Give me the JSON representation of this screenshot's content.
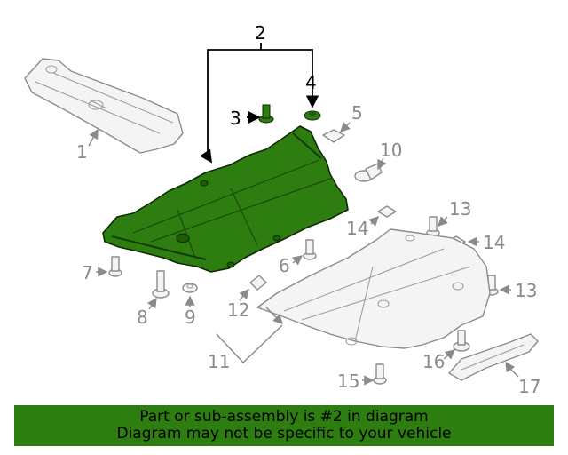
{
  "callouts": {
    "c1": "1",
    "c2": "2",
    "c3": "3",
    "c4": "4",
    "c5": "5",
    "c6": "6",
    "c7": "7",
    "c8": "8",
    "c9": "9",
    "c10": "10",
    "c11": "11",
    "c12": "12",
    "c13a": "13",
    "c13b": "13",
    "c14a": "14",
    "c14b": "14",
    "c15": "15",
    "c16": "16",
    "c17": "17"
  },
  "banner": {
    "line1": "Part or sub-assembly is #2 in diagram",
    "line2": "Diagram may not be specific to your vehicle"
  },
  "colors": {
    "highlight": "#2e7d10",
    "highlight_dark": "#1f5a09",
    "part_outline": "#8c8c8c",
    "callout_text": "#8a8a8a"
  }
}
